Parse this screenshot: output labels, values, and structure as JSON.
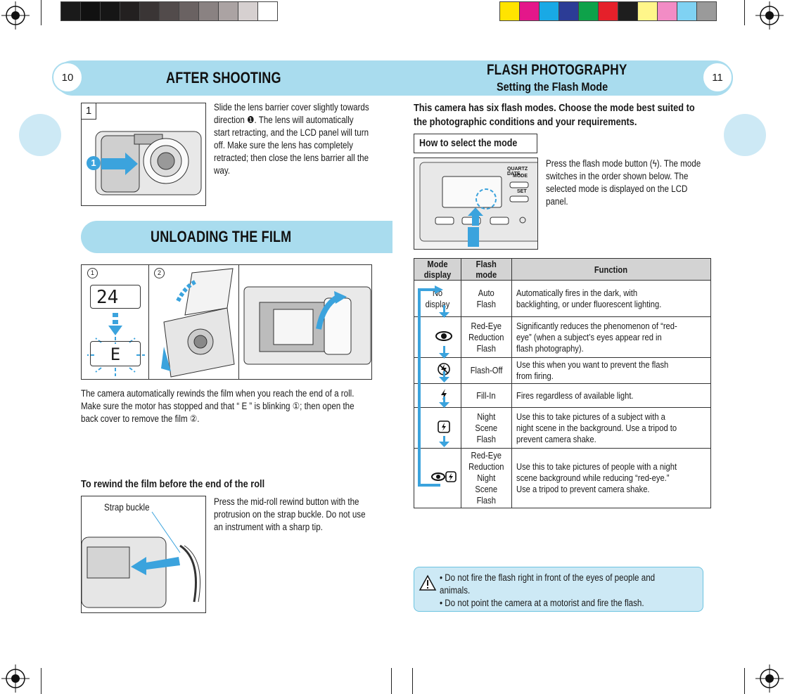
{
  "colors": {
    "accent": "#a9dcee",
    "arrow": "#3ba3dd",
    "caution_bg": "#cde9f5",
    "table_header": "#d3d3d3"
  },
  "swatches_gray": [
    "#1a1a1a",
    "#111111",
    "#161616",
    "#232020",
    "#3a3535",
    "#524b4b",
    "#6a6262",
    "#8a8282",
    "#aba3a3",
    "#d6d0d0",
    "#ffffff"
  ],
  "swatches_color": [
    "#ffe400",
    "#e4178a",
    "#19a9e5",
    "#2c3c96",
    "#0ea24a",
    "#e5202a",
    "#1e1e1e",
    "#fff68a",
    "#f28cc5",
    "#7fd2f3",
    "#9a9a9a"
  ],
  "left": {
    "page_number": "10",
    "title": "AFTER SHOOTING",
    "step1": {
      "fig_label": "1",
      "callout": "1",
      "text": "Slide the lens barrier cover slightly towards direction ❶. The lens will automatically start retracting, and the LCD panel will turn off. Make sure the lens has completely retracted; then close the lens barrier all the way."
    },
    "unload_title": "UNLOADING THE FILM",
    "fig_a": "1",
    "fig_b": "2",
    "lcd_count": "24",
    "lcd_end": "E",
    "unload_text": "The camera automatically rewinds the film when you reach the end of a roll. Make sure the motor has stopped and that “ E ” is blinking ①; then open the back cover to remove the film ②.",
    "rewind_heading": "To rewind the film before the end of the roll",
    "strap_label": "Strap buckle",
    "rewind_text": "Press the mid-roll rewind button with the protrusion on the strap buckle. Do not use an instrument with a sharp tip."
  },
  "right": {
    "page_number": "11",
    "title": "FLASH PHOTOGRAPHY",
    "subtitle": "Setting the Flash Mode",
    "intro": "This camera has six flash modes. Choose the mode best suited to the photographic conditions and your requirements.",
    "howto_label": "How to select the mode",
    "panel_quartz": "QUARTZ DATE",
    "panel_mode": "MODE",
    "panel_set": "SET",
    "howto_text": "Press the flash mode button (ϟ). The mode switches in the order shown below. The selected mode is displayed on the LCD panel.",
    "table_headers": [
      "Mode display",
      "Flash mode",
      "Function"
    ],
    "rows": [
      {
        "display": "No display",
        "icon": "none",
        "mode": "Auto Flash",
        "function": "Automatically fires in the dark, with backlighting, or under fluorescent lighting."
      },
      {
        "display": "",
        "icon": "red-eye-icon",
        "mode": "Red-Eye Reduction Flash",
        "function": "Significantly reduces the phenomenon of “red-eye” (when a subject’s eyes appear red in flash photography)."
      },
      {
        "display": "",
        "icon": "flash-off-icon",
        "mode": "Flash-Off",
        "function": "Use this when you want to prevent the flash from firing."
      },
      {
        "display": "",
        "icon": "fill-in-icon",
        "mode": "Fill-In",
        "function": "Fires regardless of available light."
      },
      {
        "display": "",
        "icon": "night-scene-icon",
        "mode": "Night Scene Flash",
        "function": "Use this to take pictures of a subject with a night scene in the background. Use a tripod to prevent camera shake."
      },
      {
        "display": "",
        "icon": "red-eye-night-icon",
        "mode": "Red-Eye Reduction Night Scene Flash",
        "function": "Use this to take  pictures of people with a night scene background while reducing “red-eye.” Use a tripod to prevent camera shake."
      }
    ],
    "cautions": [
      "• Do not fire the flash right in front of the eyes of people and animals.",
      "• Do not point the camera at a motorist and fire the flash."
    ]
  }
}
